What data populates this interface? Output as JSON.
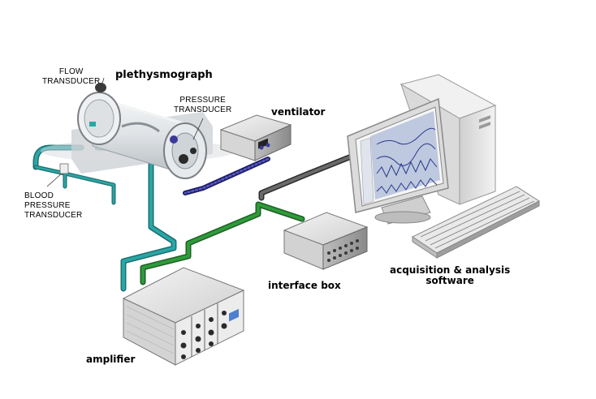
{
  "labels": {
    "flow_transducer": [
      "FLOW",
      "TRANSDUCER"
    ],
    "plethysmograph": "plethysmograph",
    "pressure_transducer": [
      "PRESSURE",
      "TRANSDUCER"
    ],
    "ventilator": "ventilator",
    "blood_pressure_transducer": [
      "BLOOD",
      "PRESSURE",
      "TRANSDUCER"
    ],
    "interface_box": "interface box",
    "acquisition_software": [
      "acquisition & analysis",
      "software"
    ],
    "amplifier": "amplifier"
  },
  "colors": {
    "teal_cable": "#2aa6a6",
    "green_cable": "#2f9a3a",
    "gray_cable": "#5a5a5a",
    "blue_tubing": "#3a3a9a",
    "device_light": "#e8e8e8",
    "device_mid": "#c9c9c9",
    "device_dark": "#8e8e8e",
    "screen_blue": "#5a78b8"
  },
  "icons": {
    "plethysmograph": "plethysmograph-chamber-icon",
    "ventilator": "ventilator-device-icon",
    "interface_box": "interface-box-icon",
    "computer": "computer-workstation-icon",
    "amplifier": "amplifier-device-icon"
  }
}
